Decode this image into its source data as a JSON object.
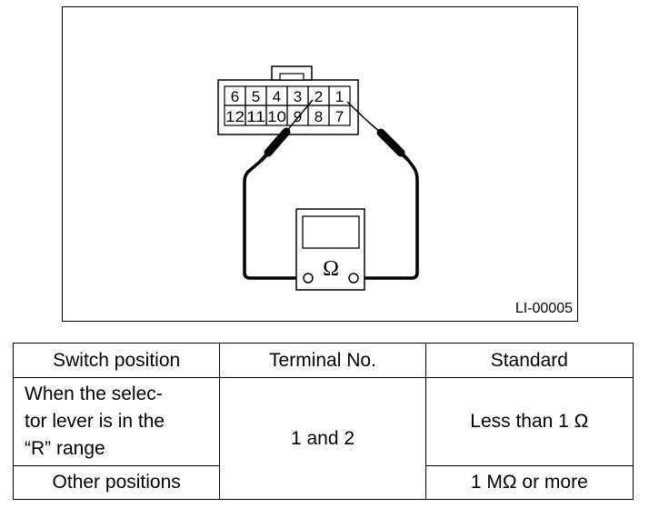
{
  "figure": {
    "id": "LI-00005",
    "connector_terminals_top": [
      "6",
      "5",
      "4",
      "3",
      "2",
      "1"
    ],
    "connector_terminals_bottom": [
      "12",
      "11",
      "10",
      "9",
      "8",
      "7"
    ],
    "meter_symbol": "Ω"
  },
  "table": {
    "headers": [
      "Switch position",
      "Terminal No.",
      "Standard"
    ],
    "rows": [
      {
        "position": "When the selec-\ntor lever is in the\n“R” range",
        "terminal": "1 and 2",
        "standard": "Less than 1 Ω"
      },
      {
        "position": "Other positions",
        "standard": "1 MΩ or more"
      }
    ]
  }
}
